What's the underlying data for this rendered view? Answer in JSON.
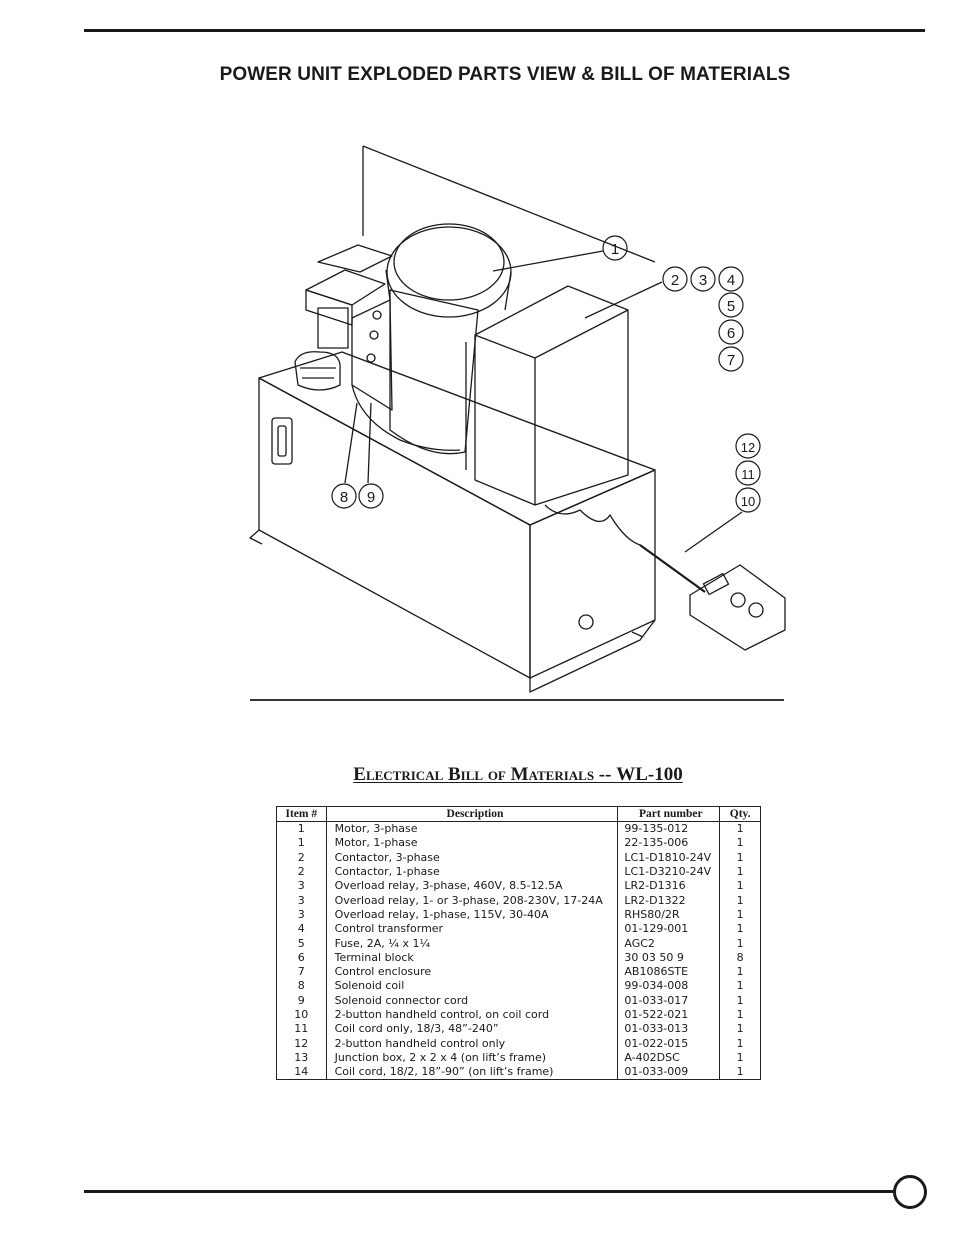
{
  "page_title": "POWER UNIT EXPLODED PARTS VIEW & BILL OF MATERIALS",
  "drawing": {
    "callouts": [
      "1",
      "2",
      "3",
      "4",
      "5",
      "6",
      "7",
      "8",
      "9",
      "10",
      "11",
      "12"
    ]
  },
  "bom": {
    "title_prefix": "Electrical Bill of Materials -- ",
    "title_model": "WL-100",
    "headers": {
      "item": "Item #",
      "description": "Description",
      "part_number": "Part number",
      "qty": "Qty."
    },
    "rows": [
      {
        "item": "1",
        "description": "Motor, 3-phase",
        "part_number": "99-135-012",
        "qty": "1"
      },
      {
        "item": "1",
        "description": "Motor, 1-phase",
        "part_number": "22-135-006",
        "qty": "1"
      },
      {
        "item": "2",
        "description": "Contactor, 3-phase",
        "part_number": "LC1-D1810-24V",
        "qty": "1"
      },
      {
        "item": "2",
        "description": "Contactor, 1-phase",
        "part_number": "LC1-D3210-24V",
        "qty": "1"
      },
      {
        "item": "3",
        "description": "Overload relay, 3-phase, 460V, 8.5-12.5A",
        "part_number": "LR2-D1316",
        "qty": "1"
      },
      {
        "item": "3",
        "description": "Overload relay, 1- or 3-phase, 208-230V, 17-24A",
        "part_number": "LR2-D1322",
        "qty": "1"
      },
      {
        "item": "3",
        "description": "Overload relay, 1-phase, 115V, 30-40A",
        "part_number": "RHS80/2R",
        "qty": "1"
      },
      {
        "item": "4",
        "description": "Control transformer",
        "part_number": "01-129-001",
        "qty": "1"
      },
      {
        "item": "5",
        "description": "Fuse, 2A, ¼ x 1¼",
        "part_number": "AGC2",
        "qty": "1"
      },
      {
        "item": "6",
        "description": "Terminal block",
        "part_number": "30 03 50 9",
        "qty": "8"
      },
      {
        "item": "7",
        "description": "Control enclosure",
        "part_number": "AB1086STE",
        "qty": "1"
      },
      {
        "item": "8",
        "description": "Solenoid coil",
        "part_number": "99-034-008",
        "qty": "1"
      },
      {
        "item": "9",
        "description": "Solenoid connector cord",
        "part_number": "01-033-017",
        "qty": "1"
      },
      {
        "item": "10",
        "description": "2-button handheld control, on coil cord",
        "part_number": "01-522-021",
        "qty": "1"
      },
      {
        "item": "11",
        "description": "Coil cord only, 18/3, 48”-240”",
        "part_number": "01-033-013",
        "qty": "1"
      },
      {
        "item": "12",
        "description": "2-button handheld control only",
        "part_number": "01-022-015",
        "qty": "1"
      },
      {
        "item": "13",
        "description": "Junction box, 2 x 2 x 4 (on lift’s frame)",
        "part_number": "A-402DSC",
        "qty": "1"
      },
      {
        "item": "14",
        "description": "Coil cord, 18/2, 18”-90” (on lift’s frame)",
        "part_number": "01-033-009",
        "qty": "1"
      }
    ]
  }
}
